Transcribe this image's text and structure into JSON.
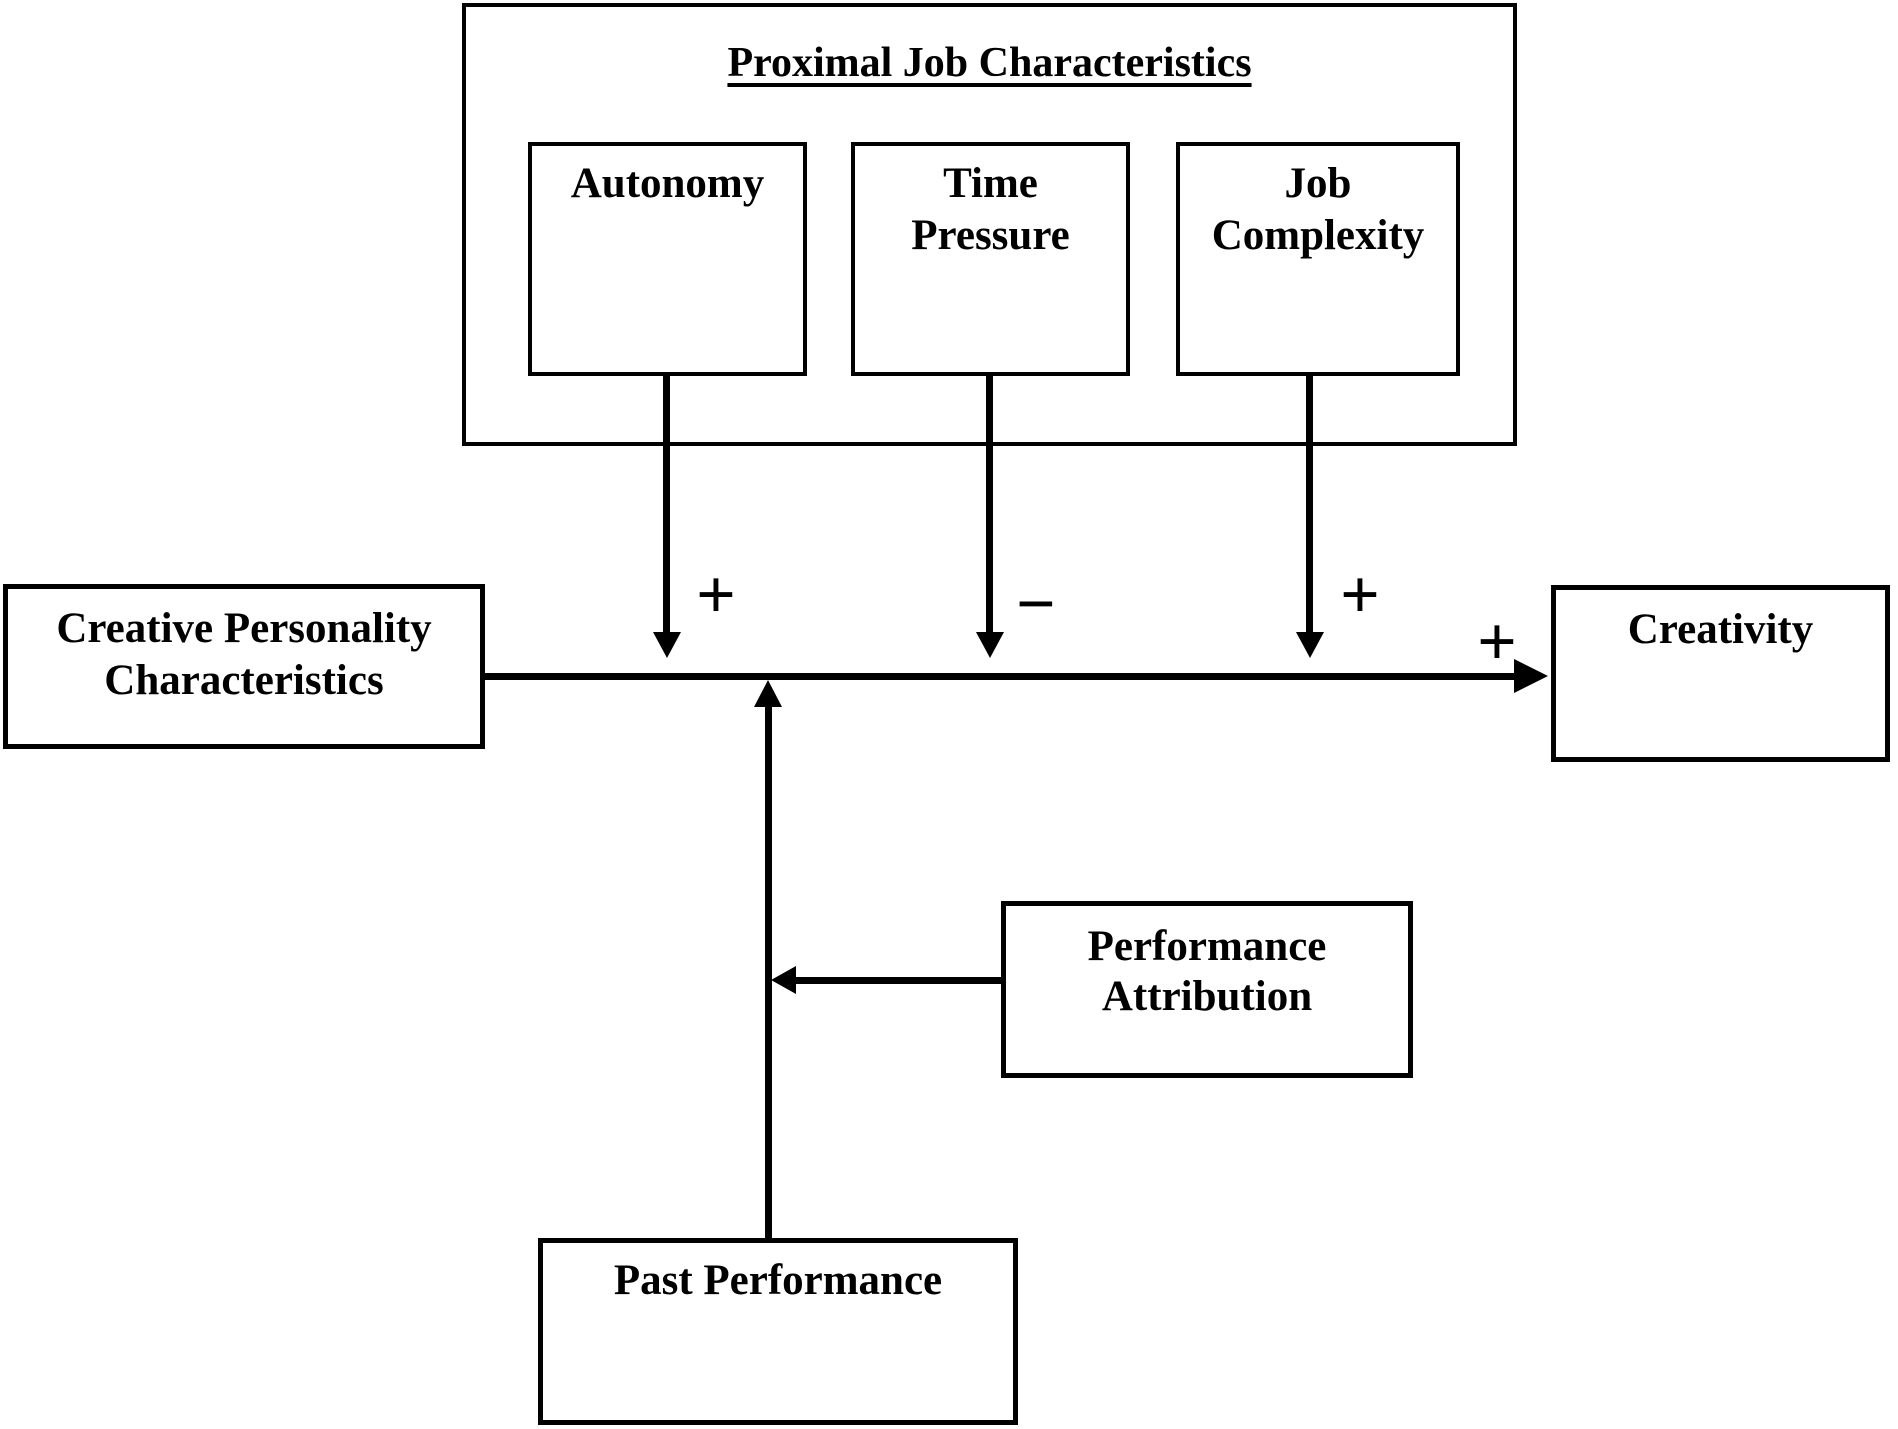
{
  "colors": {
    "ink": "#000000",
    "paper": "#ffffff"
  },
  "frame": {
    "title": "Proximal Job Characteristics"
  },
  "boxes": {
    "autonomy": {
      "label": "Autonomy"
    },
    "time_pressure": {
      "line1": "Time",
      "line2": "Pressure"
    },
    "job_complexity": {
      "line1": "Job",
      "line2": "Complexity"
    },
    "creative_personality": {
      "line1": "Creative Personality",
      "line2": "Characteristics"
    },
    "creativity": {
      "label": "Creativity"
    },
    "performance_attribution": {
      "line1": "Performance",
      "line2": "Attribution"
    },
    "past_performance": {
      "label": "Past Performance"
    }
  },
  "signs": {
    "autonomy_moderation": "+",
    "time_pressure_moderation": "−",
    "job_complexity_moderation": "+",
    "main_path": "+"
  }
}
